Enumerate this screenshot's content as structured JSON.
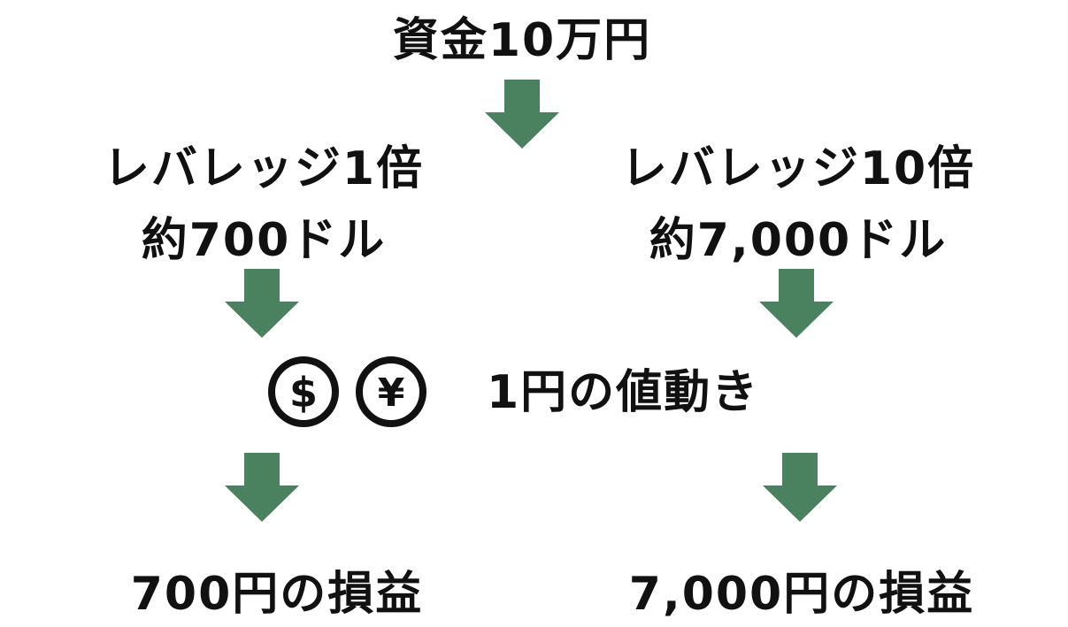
{
  "diagram": {
    "top_label": "資金10万円",
    "left": {
      "leverage": "レバレッジ1倍",
      "amount": "約700ドル",
      "result": "700円の損益"
    },
    "right": {
      "leverage": "レバレッジ10倍",
      "amount": "約7,000ドル",
      "result": "7,000円の損益"
    },
    "movement_label": "1円の値動き",
    "icons": {
      "dollar": "dollar-coin-icon",
      "yen": "yen-coin-icon",
      "arrow": "arrow-down-icon"
    },
    "colors": {
      "arrow": "#4a8260",
      "text": "#111111",
      "background": "#ffffff"
    }
  }
}
